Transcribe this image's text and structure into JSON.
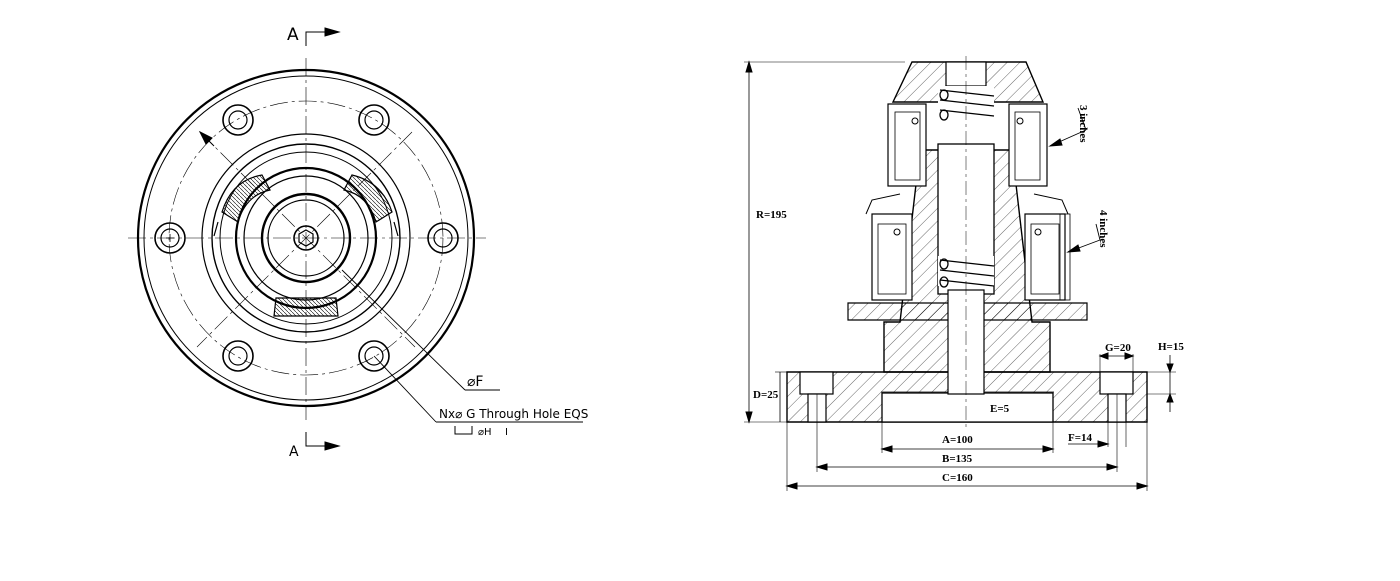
{
  "front_view": {
    "section_mark_top": "A",
    "section_mark_bottom": "A",
    "diameter_f": "⌀F",
    "hole_callout": "Nx⌀ G Through Hole EQS",
    "counterbore": "⌀H",
    "counterbore_depth": "I"
  },
  "section_view": {
    "height": "R=195",
    "base_thickness": "D=25",
    "recess_depth": "E=5",
    "dim_a": "A=100",
    "dim_b": "B=135",
    "dim_c": "C=160",
    "dim_f": "F=14",
    "dim_g": "G=20",
    "dim_h": "H=15",
    "note_upper": "3 inches",
    "note_lower": "4 inches"
  }
}
